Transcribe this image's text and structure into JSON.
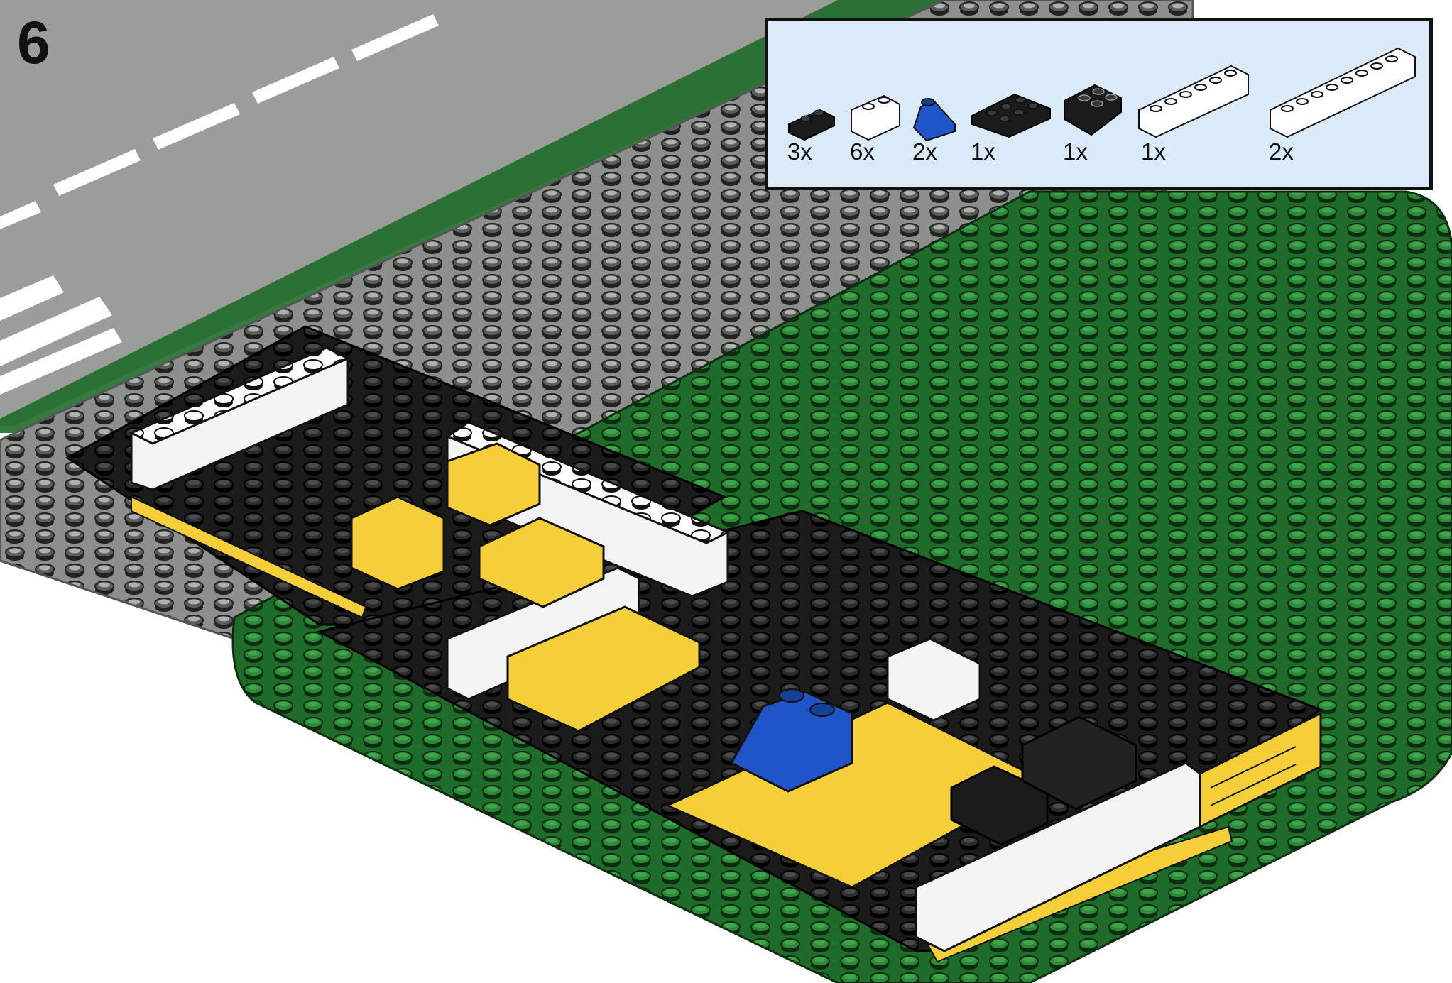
{
  "step": {
    "number": "6"
  },
  "parts_list": [
    {
      "name": "black-plate-1x2",
      "color": "#1b1b1b",
      "quantity": "3x"
    },
    {
      "name": "white-brick-1x2",
      "color": "#ffffff",
      "quantity": "6x"
    },
    {
      "name": "blue-slope-1x2",
      "color": "#1f55c8",
      "quantity": "2x"
    },
    {
      "name": "black-plate-2x3",
      "color": "#1b1b1b",
      "quantity": "1x"
    },
    {
      "name": "black-inverted-slope-2x2",
      "color": "#1b1b1b",
      "quantity": "1x"
    },
    {
      "name": "white-brick-1x6",
      "color": "#ffffff",
      "quantity": "1x"
    },
    {
      "name": "white-brick-1x8",
      "color": "#ffffff",
      "quantity": "2x"
    }
  ],
  "colors": {
    "road": "#9a9d9a",
    "road_marking": "#ffffff",
    "gray_baseplate": "#8c8f8c",
    "green_baseplate": "#1f6b2a",
    "black": "#1b1b1b",
    "yellow": "#f5cf3a",
    "white": "#ffffff",
    "blue": "#1f55c8",
    "panel_bg": "#daeaf8"
  }
}
